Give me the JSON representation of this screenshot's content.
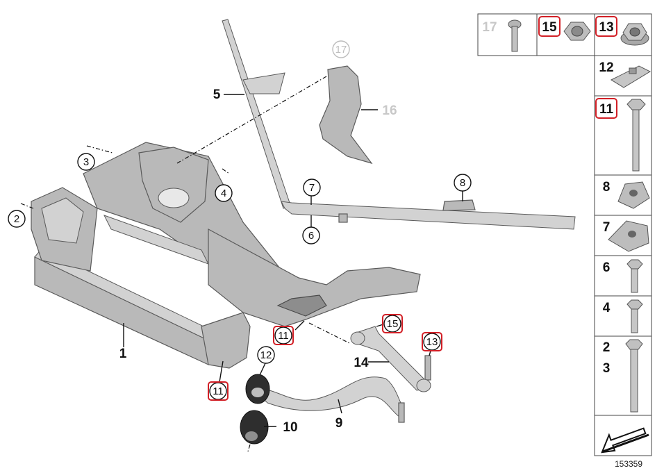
{
  "diagram": {
    "reference_number": "153359",
    "callouts": {
      "c1": "1",
      "c2": "2",
      "c3": "3",
      "c4": "4",
      "c5": "5",
      "c6": "6",
      "c7": "7",
      "c8": "8",
      "c9": "9",
      "c10": "10",
      "c11a": "11",
      "c11b": "11",
      "c12": "12",
      "c13": "13",
      "c14": "14",
      "c15": "15",
      "c16": "16",
      "c17": "17"
    },
    "sidebar": {
      "top_row": [
        "17",
        "15",
        "13"
      ],
      "column": [
        "12",
        "11",
        "8",
        "7",
        "6",
        "4",
        "2",
        "3"
      ]
    },
    "colors": {
      "highlight": "#d21f26",
      "part_fill": "#b9b9b9",
      "outline": "#444444",
      "muted_label": "#c8c8c8"
    },
    "icons": [
      "bolt-icon",
      "hex-nut-icon",
      "flange-nut-icon",
      "clip-nut-icon",
      "cage-nut-icon",
      "direction-arrow-icon"
    ]
  }
}
